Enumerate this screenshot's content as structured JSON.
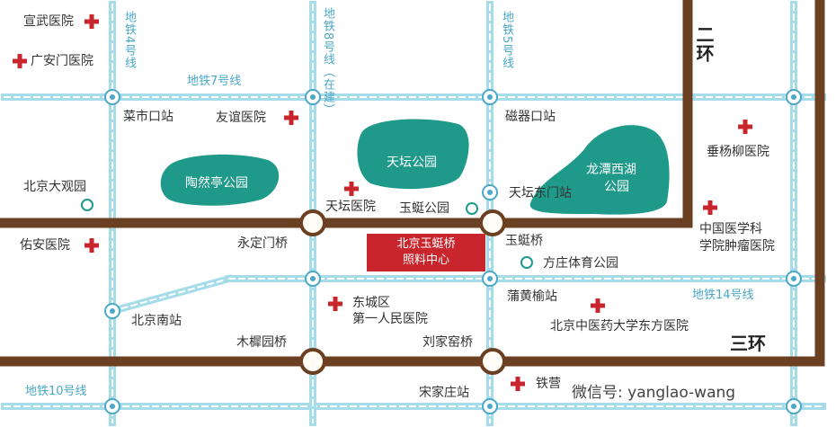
{
  "colors": {
    "metro_line": "#a6dcea",
    "metro_dash": "#ffffff",
    "ring_road": "#6b3f22",
    "park": "#1f9a8a",
    "hospital": "#c9252c",
    "station_ring": "#4aa8c8",
    "center_box": "#c9252c"
  },
  "rings": {
    "second": "二\n环",
    "third": "三环"
  },
  "metro_lines": {
    "line4": "地铁4号线",
    "line8": "地铁8号线（在建）",
    "line5": "地铁5号线",
    "line7": "地铁7号线",
    "line14": "地铁14号线",
    "line10": "地铁10号线"
  },
  "stations": {
    "caishikou": "菜市口站",
    "ciqikou": "磁器口站",
    "tiantan_east_gate": "天坛东门站",
    "beijing_south": "北京南站",
    "puhuangyu": "蒲黄榆站",
    "songjiazhuang": "宋家庄站"
  },
  "bridges": {
    "yongdingmen": "永定门桥",
    "yutingqiao": "玉蜓桥",
    "muxiyuan": "木樨园桥",
    "liujiayao": "刘家窑桥"
  },
  "hospitals": {
    "xuanwu": "宣武医院",
    "guanganmen": "广安门医院",
    "youyi": "友谊医院",
    "chuiyangliu": "垂杨柳医院",
    "tiantan": "天坛医院",
    "cams_cancer_1": "中国医学科",
    "cams_cancer_2": "学院肿瘤医院",
    "youan": "佑安医院",
    "dongcheng_1": "东城区",
    "dongcheng_2": "第一人民医院",
    "bucm_dongfang": "北京中医药大学东方医院",
    "tieying": "铁营"
  },
  "places": {
    "daguanyuan": "北京大观园",
    "yuting_park": "玉蜓公园",
    "fangzhuang_sports_park": "方庄体育公园"
  },
  "parks": {
    "taoranting": "陶然亭公园",
    "tiantan_park": "天坛公园",
    "longtan_1": "龙潭西湖",
    "longtan_2": "公园"
  },
  "center": {
    "line1": "北京玉蜓桥",
    "line2": "照料中心"
  },
  "watermark": "微信号: yanglao-wang"
}
